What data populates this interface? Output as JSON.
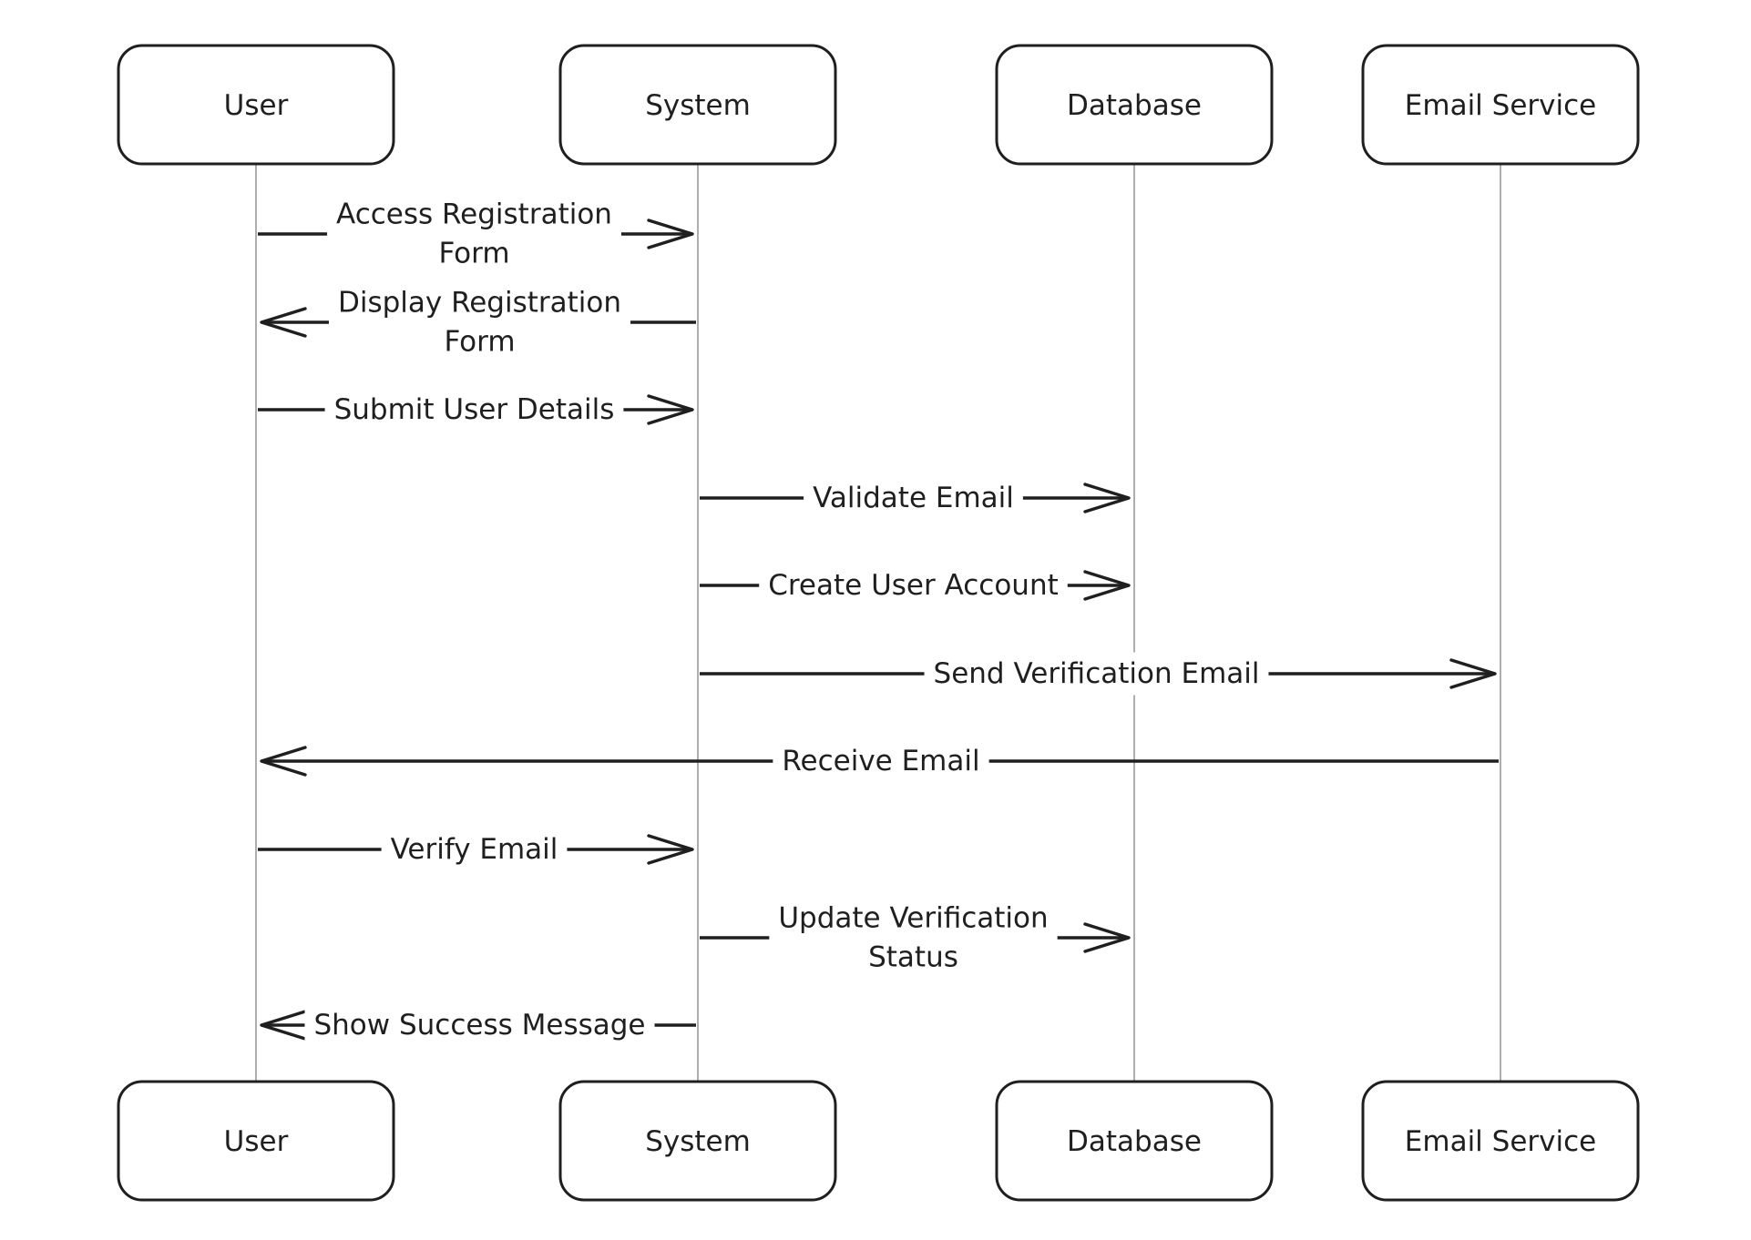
{
  "participants": [
    {
      "id": "user",
      "label": "User"
    },
    {
      "id": "system",
      "label": "System"
    },
    {
      "id": "database",
      "label": "Database"
    },
    {
      "id": "email",
      "label": "Email Service"
    }
  ],
  "messages": [
    {
      "from": "user",
      "to": "system",
      "lines": [
        "Access Registration",
        "Form"
      ]
    },
    {
      "from": "system",
      "to": "user",
      "lines": [
        "Display Registration",
        "Form"
      ]
    },
    {
      "from": "user",
      "to": "system",
      "lines": [
        "Submit User Details"
      ]
    },
    {
      "from": "system",
      "to": "database",
      "lines": [
        "Validate Email"
      ]
    },
    {
      "from": "system",
      "to": "database",
      "lines": [
        "Create User Account"
      ]
    },
    {
      "from": "system",
      "to": "email",
      "lines": [
        "Send Verification Email"
      ]
    },
    {
      "from": "email",
      "to": "user",
      "lines": [
        "Receive Email"
      ]
    },
    {
      "from": "user",
      "to": "system",
      "lines": [
        "Verify Email"
      ]
    },
    {
      "from": "system",
      "to": "database",
      "lines": [
        "Update Verification",
        "Status"
      ]
    },
    {
      "from": "system",
      "to": "user",
      "lines": [
        "Show Success Message"
      ]
    }
  ]
}
